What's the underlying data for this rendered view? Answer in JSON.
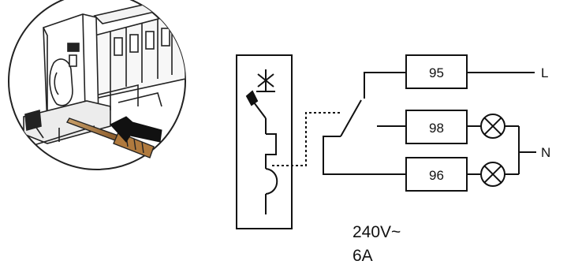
{
  "terminals": {
    "t95": "95",
    "t98": "98",
    "t96": "96"
  },
  "lines": {
    "live": "L",
    "neutral": "N"
  },
  "rating": {
    "voltage": "240V~",
    "current": "6A"
  }
}
